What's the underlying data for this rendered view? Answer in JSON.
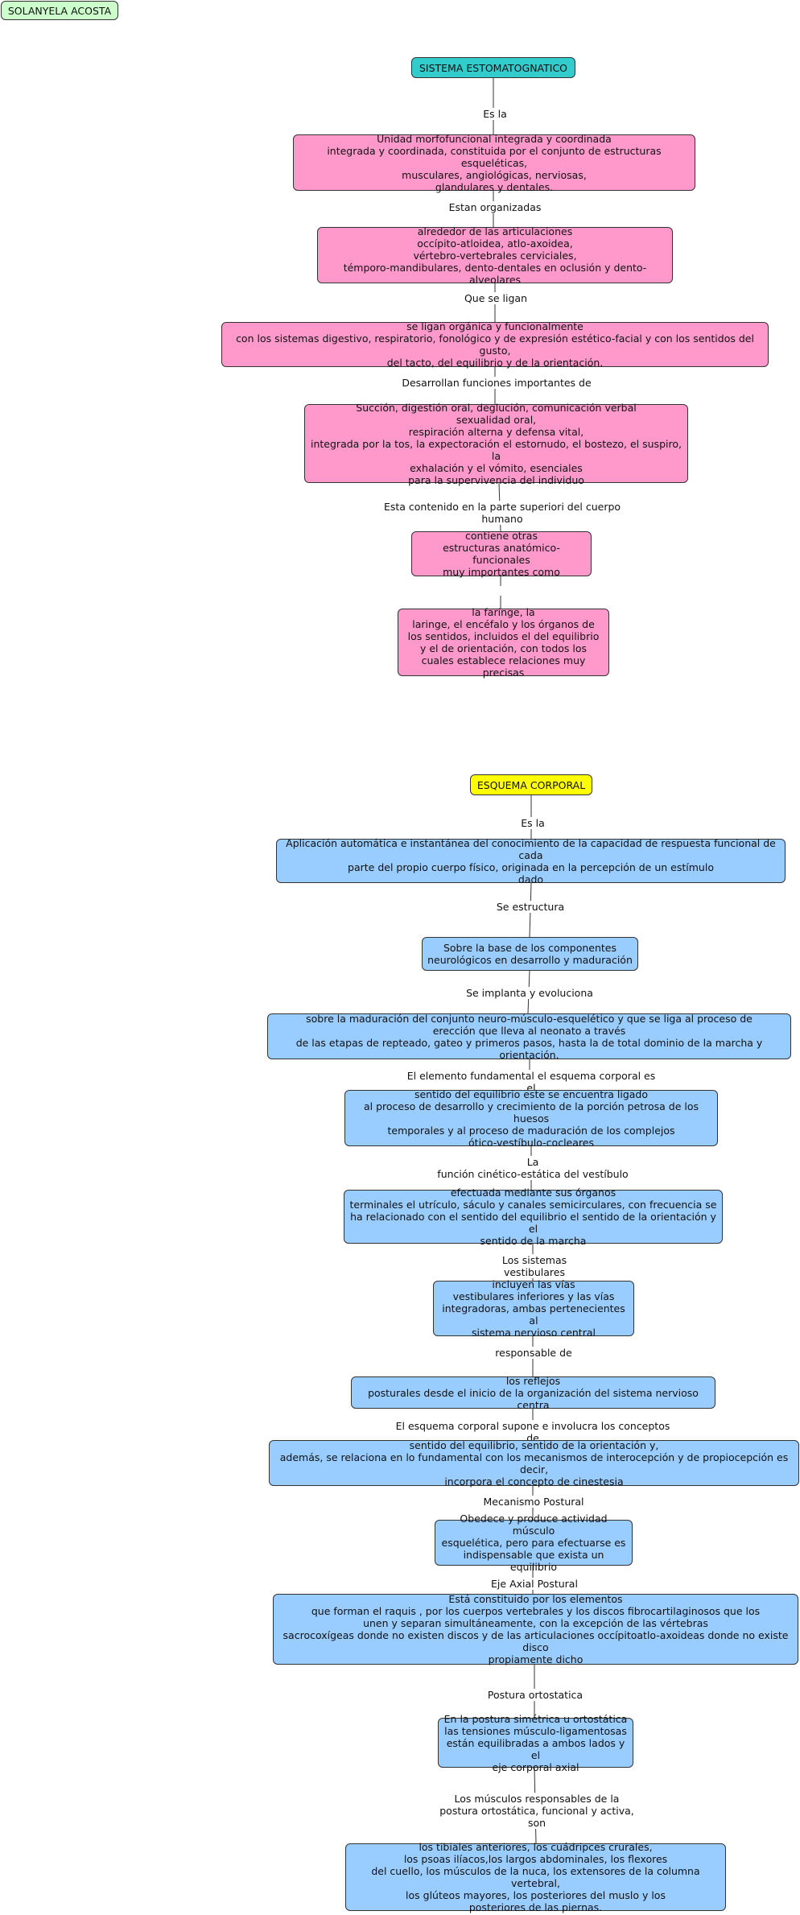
{
  "author": "SOLANYELA ACOSTA",
  "map1": {
    "title": "SISTEMA ESTOMATOGNATICO",
    "n1": "Unidad morfofuncional integrada y coordinada\nintegrada y coordinada, constituida por el conjunto de estructuras esqueléticas,\nmusculares, angiológicas, nerviosas,\nglandulares y dentales.",
    "n2": "alrededor de las articulaciones\noccípito-atloidea, atlo-axoidea,\nvértebro-vertebrales cerviciales,\ntémporo-mandibulares, dento-dentales en oclusión y dento-alveolares",
    "n3": "se ligan orgánica y funcionalmente\ncon los sistemas digestivo, respiratorio, fonológico y de expresión estético-facial y con los sentidos del gusto,\ndel tacto, del equilibrio y de la orientación.",
    "n4": "Succión, digestión oral, deglución, comunicación verbal\nsexualidad oral,\nrespiración alterna y defensa vital,\nintegrada por la tos, la expectoración el estornudo, el bostezo, el suspiro, la\nexhalación y el vómito, esenciales\npara la supervivencia del individuo",
    "n5": "contiene otras\nestructuras anatómico-funcionales\nmuy importantes como",
    "n6": "la faringe, la\nlaringe, el encéfalo y los órganos de\nlos sentidos, incluidos el del equilibrio\ny el de orientación, con todos los\ncuales establece relaciones muy precisas",
    "l1": "Es la",
    "l2": "Estan organizadas",
    "l3": "Que se ligan",
    "l4": "Desarrollan funciones importantes de",
    "l5": "Esta contenido en la parte superiori del cuerpo humano"
  },
  "map2": {
    "title": "ESQUEMA CORPORAL",
    "n1": "Aplicación automática e instantánea del conocimiento de la capacidad de respuesta funcional de cada\nparte del propio cuerpo físico, originada en la percepción de un estímulo\ndado",
    "n2": "Sobre la base de los componentes\nneurológicos en desarrollo y maduración",
    "n3": "sobre la maduración del conjunto neuro-músculo-esquelético y que se liga al proceso de\nerección que lleva al neonato a través\nde las etapas de repteado, gateo y primeros pasos, hasta la de total dominio de la marcha y orientación.",
    "n4": "sentido del equilibrio este se encuentra ligado\nal proceso de desarrollo y crecimiento de la porción petrosa de los huesos\ntemporales y al proceso de maduración de los complejos\nótico-vestíbulo-cocleares",
    "n5": "efectuada mediante sus órganos\nterminales el utrículo, sáculo y canales semicirculares, con frecuencia se\nha relacionado con el sentido del equilibrio  el sentido de la orientación y el\nsentido de la marcha",
    "n6": "incluyen las vías\nvestibulares inferiores y las vías\nintegradoras, ambas pertenecientes al\nsistema nervioso central",
    "n7": "los reflejos\nposturales desde el inicio de la organización del sistema nervioso centra",
    "n8": "sentido del equilibrio, sentido de la orientación y,\nademás, se relaciona en lo fundamental con los mecanismos de interocepción y de propiocepción es decir,\nincorpora el concepto de cinestesia",
    "n9": "Obedece y produce actividad músculo\nesquelética, pero para efectuarse es\nindispensable que exista un equilibrio",
    "n10": "Está constituido por los elementos\nque forman el raquis , por los cuerpos vertebrales y los discos fibrocartilaginosos que los\nunen y separan simultáneamente, con la excepción de las vértebras\nsacrocoxígeas donde no existen discos y de las articulaciones occípitoatlo-axoideas donde no existe disco\npropiamente dicho",
    "n11": "En la postura simétrica u ortostática\nlas tensiones músculo-ligamentosas\nestán equilibradas a ambos lados y el\neje corporal axial",
    "n12": "los tibiales anteriores, los cuádripces crurales,\nlos psoas ilíacos,los largos abdominales, los flexores\ndel cuello, los músculos de la nuca, los extensores de la columna vertebral,\nlos glúteos mayores, los posteriores del muslo y los\nposteriores de las piernas.",
    "l1": "Es la",
    "l2": "Se estructura",
    "l3": "Se implanta y evoluciona",
    "l4": "El elemento fundamental el esquema corporal es el",
    "l5": "La\nfunción cinético-estática del vestíbulo",
    "l6": "Los sistemas vestibulares",
    "l7": "responsable de",
    "l8": "El esquema corporal supone e involucra los conceptos de",
    "l9": "Mecanismo Postural",
    "l10": "Eje Axial Postural",
    "l11": "Postura ortostatica",
    "l12": "Los músculos responsables de la\npostura ortostática, funcional y activa, son"
  }
}
